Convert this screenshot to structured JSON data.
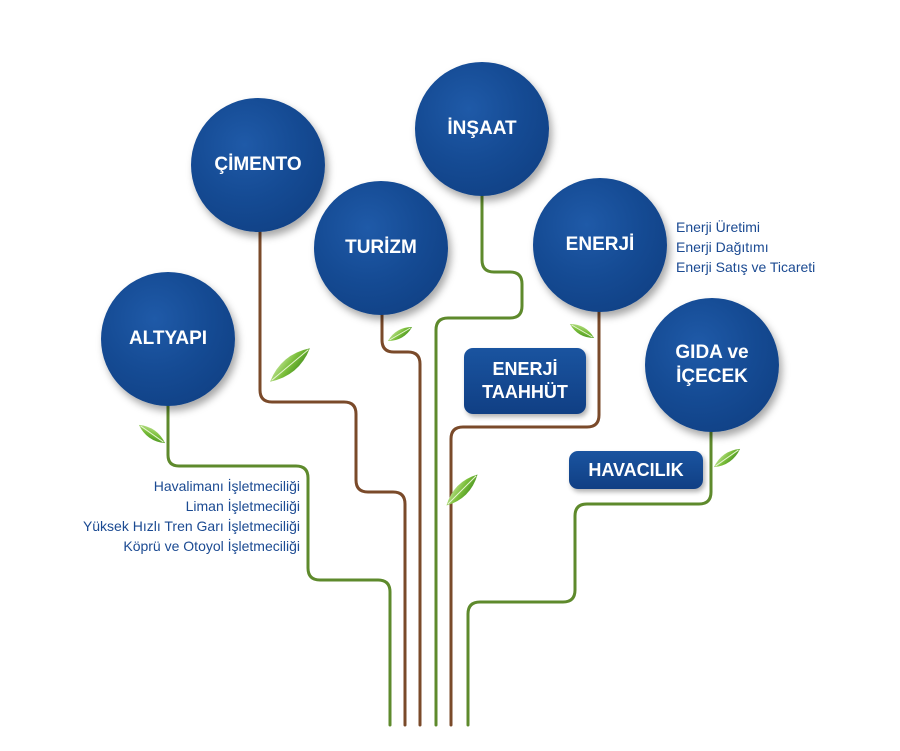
{
  "nodes": {
    "altyapi": "ALTYAPI",
    "cimento": "ÇİMENTO",
    "turizm": "TURİZM",
    "insaat": "İNŞAAT",
    "enerji": "ENERJİ",
    "gida_line1": "GIDA ve",
    "gida_line2": "İÇECEK",
    "enerji_taahhut_line1": "ENERJİ",
    "enerji_taahhut_line2": "TAAHHÜT",
    "havacilik": "HAVACILIK"
  },
  "altyapi_items": [
    "Havalimanı İşletmeciliği",
    "Liman İşletmeciliği",
    "Yüksek Hızlı Tren Garı İşletmeciliği",
    "Köprü ve Otoyol İşletmeciliği"
  ],
  "enerji_items": [
    "Enerji Üretimi",
    "Enerji Dağıtımı",
    "Enerji Satış ve Ticareti"
  ],
  "colors": {
    "node_blue": "#154b94",
    "text_blue": "#1b4a92",
    "stem_green": "#5e8a2c",
    "stem_brown": "#7a4a2a",
    "leaf_green": "#7bbf3a"
  }
}
